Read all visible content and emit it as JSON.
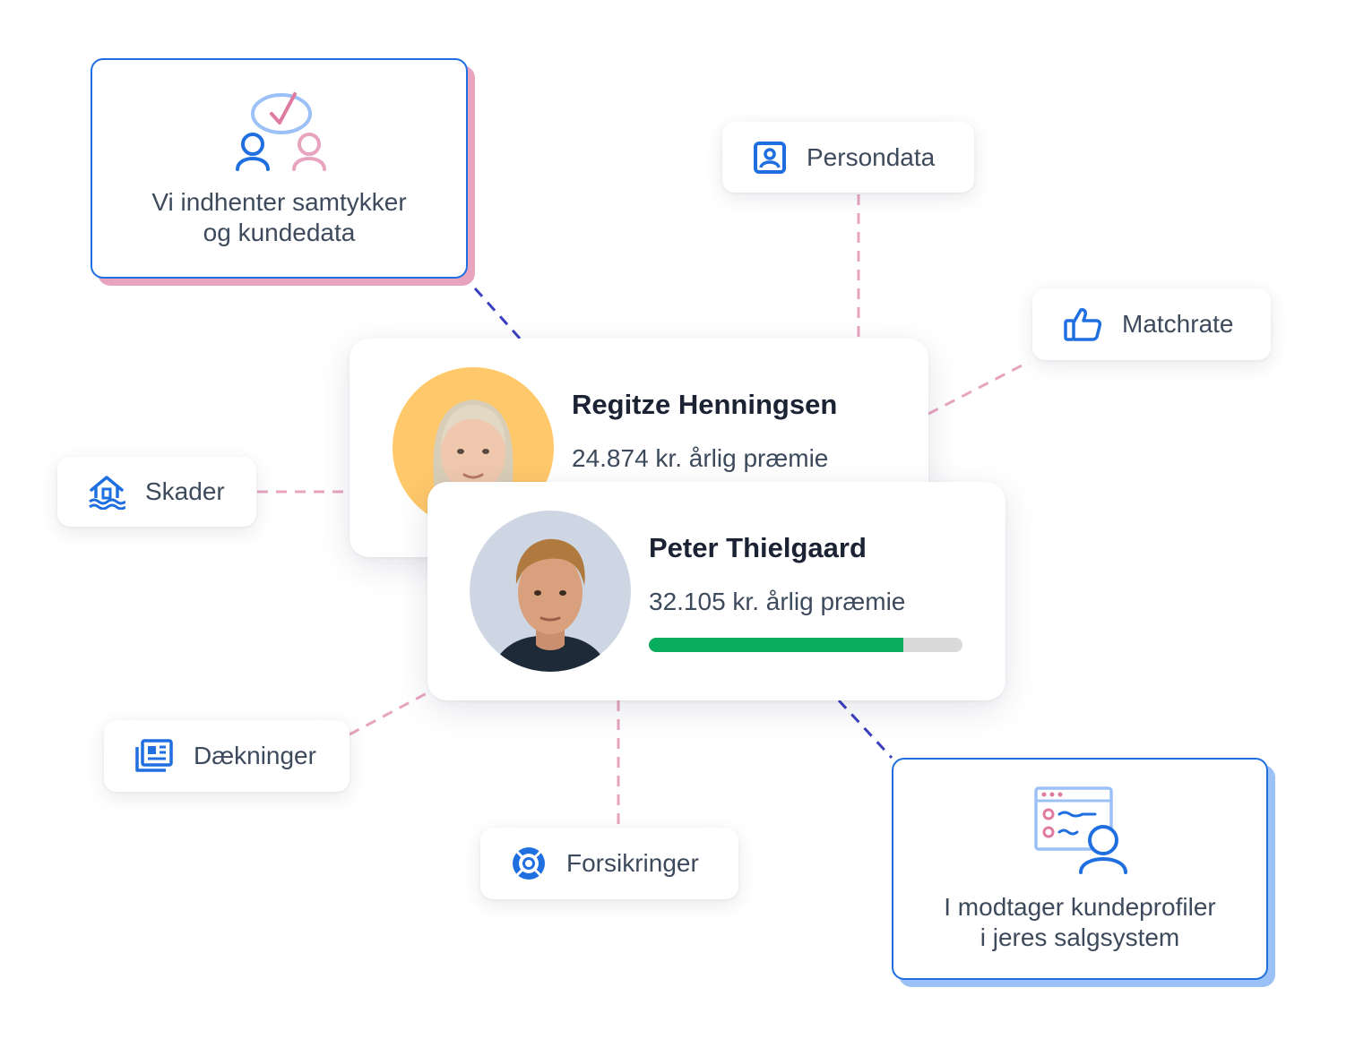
{
  "colors": {
    "accent_blue": "#1f6fe0",
    "pink": "#e8a4bf",
    "dark_dash": "#3b3fbf",
    "progress_green": "#0aad5e"
  },
  "callouts": {
    "consent": {
      "line1": "Vi indhenter samtykker",
      "line2": "og kundedata",
      "icon": "consent-people-icon"
    },
    "profiles": {
      "line1": "I modtager kundeprofiler",
      "line2": "i jeres salgsystem",
      "icon": "profile-list-icon"
    }
  },
  "chips": {
    "persondata": {
      "label": "Persondata",
      "icon": "id-card-icon"
    },
    "matchrate": {
      "label": "Matchrate",
      "icon": "thumbs-up-icon"
    },
    "skader": {
      "label": "Skader",
      "icon": "flooded-house-icon"
    },
    "daekninger": {
      "label": "Dækninger",
      "icon": "coverage-documents-icon"
    },
    "forsikringer": {
      "label": "Forsikringer",
      "icon": "lifebuoy-icon"
    }
  },
  "customers": [
    {
      "name": "Regitze Henningsen",
      "premium": "24.874 kr. årlig præmie",
      "avatar": "avatar-woman"
    },
    {
      "name": "Peter Thielgaard",
      "premium": "32.105 kr. årlig præmie",
      "avatar": "avatar-man",
      "progress": 0.81
    }
  ]
}
